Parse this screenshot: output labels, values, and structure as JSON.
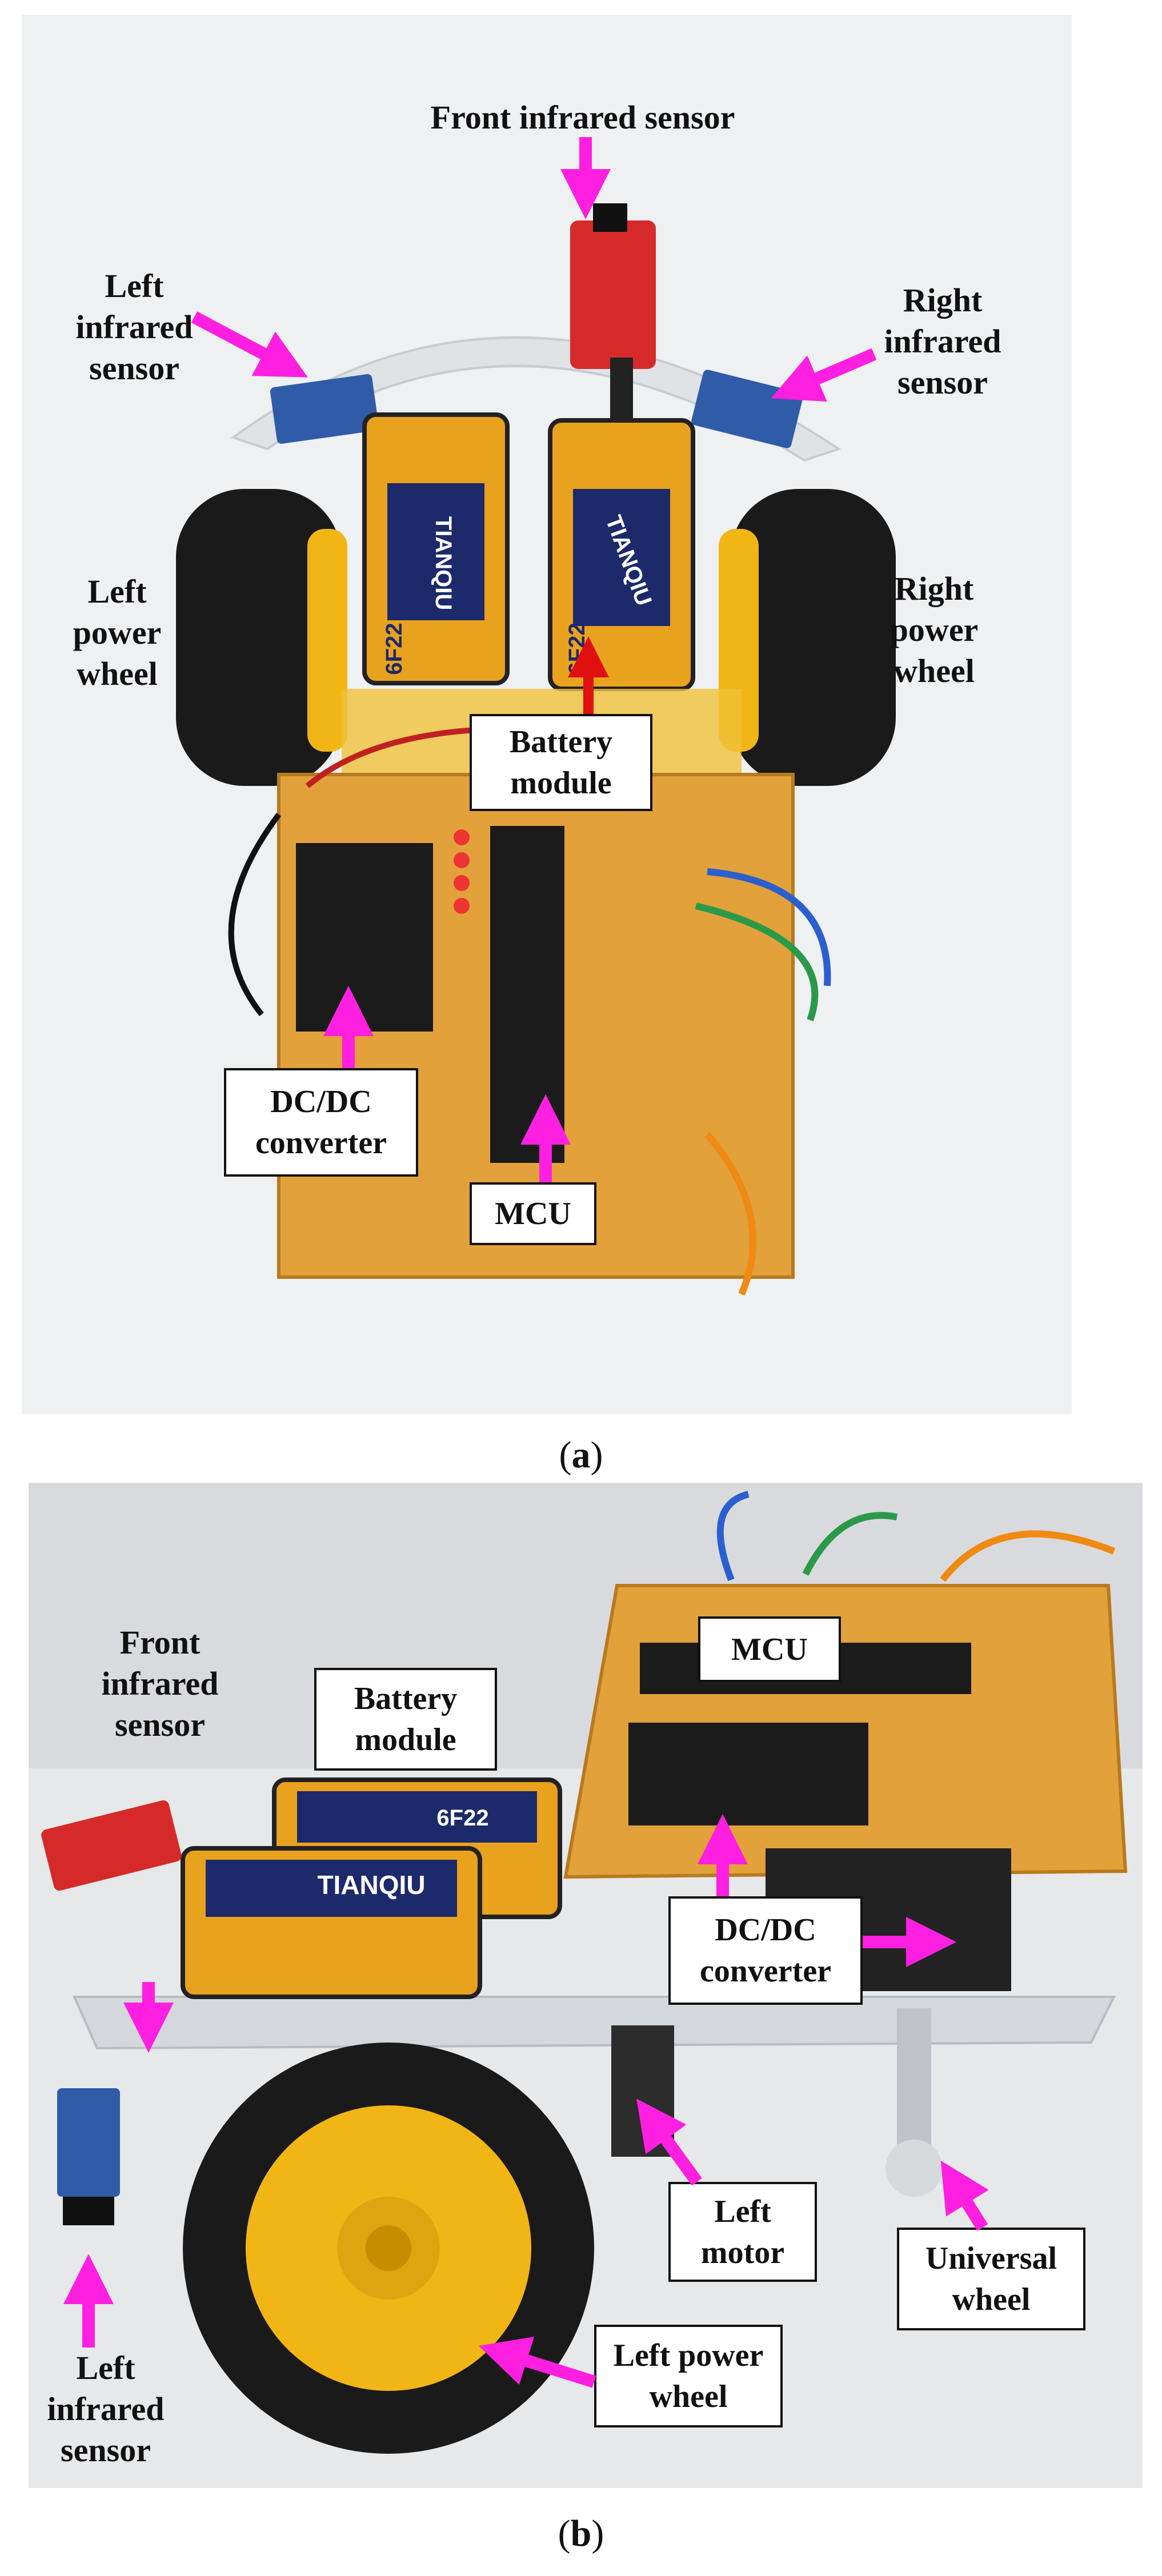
{
  "panel_a": {
    "caption_letter": "a",
    "labels": {
      "front_ir": "Front infrared sensor",
      "left_ir": "Left\ninfrared\nsensor",
      "right_ir": "Right\ninfrared\nsensor",
      "left_wheel": "Left\npower\nwheel",
      "right_wheel": "Right\npower\nwheel",
      "battery": "Battery\nmodule",
      "dcdc": "DC/DC\nconverter",
      "mcu": "MCU"
    },
    "battery_brand": "TIANQIU",
    "battery_type": "6F22"
  },
  "panel_b": {
    "caption_letter": "b",
    "labels": {
      "front_ir": "Front\ninfrared\nsensor",
      "battery": "Battery\nmodule",
      "mcu": "MCU",
      "dcdc": "DC/DC\nconverter",
      "left_motor": "Left\nmotor",
      "universal_wheel": "Universal\nwheel",
      "left_power_wheel": "Left power\nwheel",
      "left_ir": "Left\ninfrared\nsensor"
    },
    "battery_brand": "TIANQIU",
    "battery_type": "6F22"
  },
  "colors": {
    "arrow": "#ff1fe0",
    "board": "#e2a13a",
    "wheel": "#1a1a1a",
    "hub": "#f2b516",
    "battery": "#e9a21e"
  }
}
